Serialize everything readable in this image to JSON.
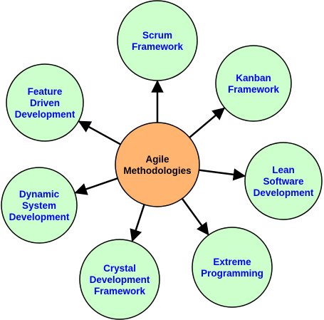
{
  "colors": {
    "center_fill": "#FFB570",
    "center_text": "#000000",
    "node_fill": "#CCFFCC",
    "node_text": "#0000FF",
    "stroke": "#000000",
    "arrow": "#000000"
  },
  "center": {
    "lines": [
      "Agile",
      "Methodologies"
    ]
  },
  "nodes": [
    {
      "id": "scrum",
      "lines": [
        "Scrum",
        "Framework"
      ]
    },
    {
      "id": "kanban",
      "lines": [
        "Kanban",
        "Framework"
      ]
    },
    {
      "id": "lean",
      "lines": [
        "Lean",
        "Software",
        "Development"
      ]
    },
    {
      "id": "extreme",
      "lines": [
        "Extreme",
        "Programming"
      ]
    },
    {
      "id": "crystal",
      "lines": [
        "Crystal",
        "Development",
        "Framework"
      ]
    },
    {
      "id": "dynamic",
      "lines": [
        "Dynamic",
        "System",
        "Development"
      ]
    },
    {
      "id": "feature",
      "lines": [
        "Feature",
        "Driven",
        "Development"
      ]
    }
  ]
}
